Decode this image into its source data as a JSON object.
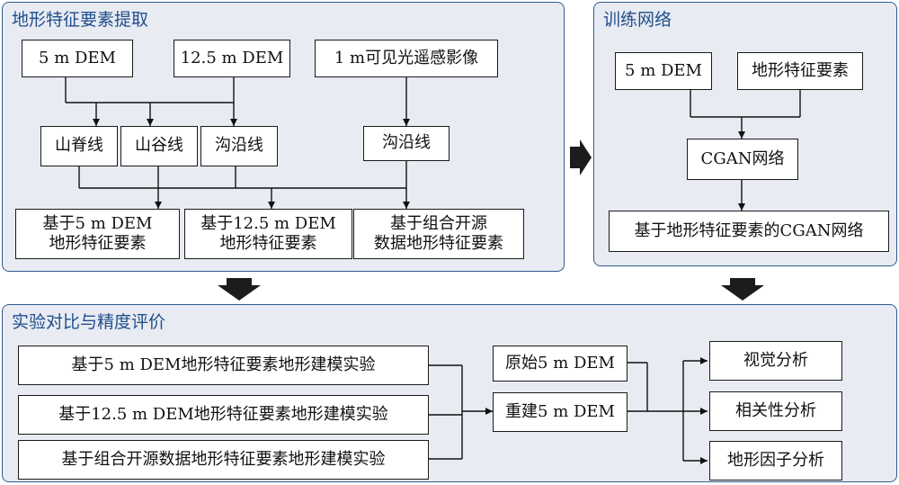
{
  "panels": {
    "extract": {
      "title": "地形特征要素提取"
    },
    "train": {
      "title": "训练网络"
    },
    "eval": {
      "title": "实验对比与精度评价"
    }
  },
  "extract": {
    "inputs": [
      "5 m DEM",
      "12.5 m DEM",
      "1 m可见光遥感影像"
    ],
    "features": [
      "山脊线",
      "山谷线",
      "沟沿线",
      "沟沿线"
    ],
    "outputs": [
      [
        "基于5 m DEM",
        "地形特征要素"
      ],
      [
        "基于12.5 m DEM",
        "地形特征要素"
      ],
      [
        "基于组合开源",
        "数据地形特征要素"
      ]
    ]
  },
  "train": {
    "inputs": [
      "5 m DEM",
      "地形特征要素"
    ],
    "network": "CGAN网络",
    "output": "基于地形特征要素的CGAN网络"
  },
  "eval": {
    "experiments": [
      "基于5 m DEM地形特征要素地形建模实验",
      "基于12.5 m DEM地形特征要素地形建模实验",
      "基于组合开源数据地形特征要素地形建模实验"
    ],
    "dems": [
      "原始5 m DEM",
      "重建5 m DEM"
    ],
    "analyses": [
      "视觉分析",
      "相关性分析",
      "地形因子分析"
    ]
  },
  "colors": {
    "panel_fill": "#e8ebf2",
    "panel_border": "#2f5b8f",
    "title": "#1f4e8c",
    "flow_arrow": "#1c1c1c"
  }
}
